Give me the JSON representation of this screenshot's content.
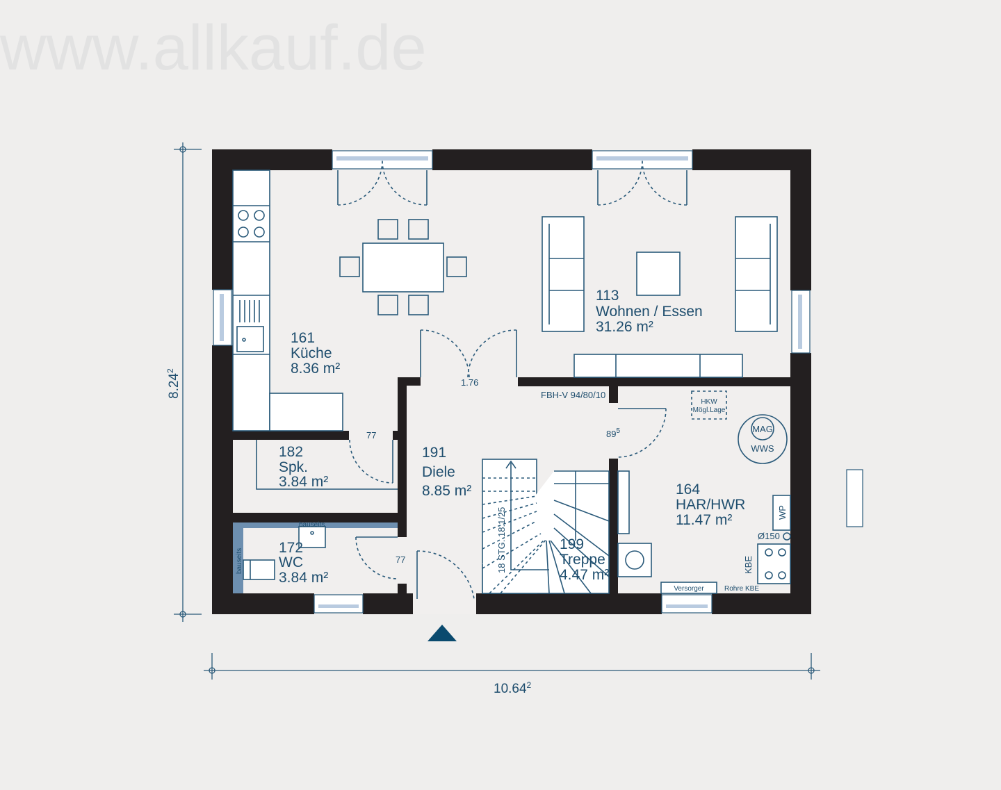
{
  "watermark": "www.allkauf.de",
  "dimensions": {
    "height": "8.24",
    "height_sup": "2",
    "width": "10.64",
    "width_sup": "2"
  },
  "rooms": [
    {
      "number": "161",
      "name": "Küche",
      "area": "8.36 m²"
    },
    {
      "number": "113",
      "name": "Wohnen / Essen",
      "area": "31.26 m²"
    },
    {
      "number": "182",
      "name": "Spk.",
      "area": "3.84 m²"
    },
    {
      "number": "191",
      "name": "Diele",
      "area": "8.85 m²"
    },
    {
      "number": "172",
      "name": "WC",
      "area": "3.84 m²"
    },
    {
      "number": "199",
      "name": "Treppe",
      "area": "4.47 m²"
    },
    {
      "number": "164",
      "name": "HAR/HWR",
      "area": "11.47 m²"
    }
  ],
  "labels": {
    "door_176": "1.76",
    "door_77_spk": "77",
    "door_77_wc": "77",
    "door_895": "89",
    "door_895_sup": "5",
    "fbh": "FBH-V 94/80/10",
    "hkw_1": "HKW",
    "hkw_2": "Mögl.Lage",
    "mag": "MAG",
    "wws": "WWS",
    "wp": "WP",
    "d150": "Ø150",
    "kbe": "KBE",
    "versorger": "Versorger",
    "rohre_kbe": "Rohre KBE",
    "bauseits_top": "bauseits",
    "bauseits_side": "bauseits",
    "stairs": "18 STG. 18.1/25"
  },
  "colors": {
    "wall": "#231f20",
    "line": "#2a5a7a",
    "text": "#1f4e6e",
    "entry": "#0a4a6e",
    "background": "#efeeed"
  }
}
